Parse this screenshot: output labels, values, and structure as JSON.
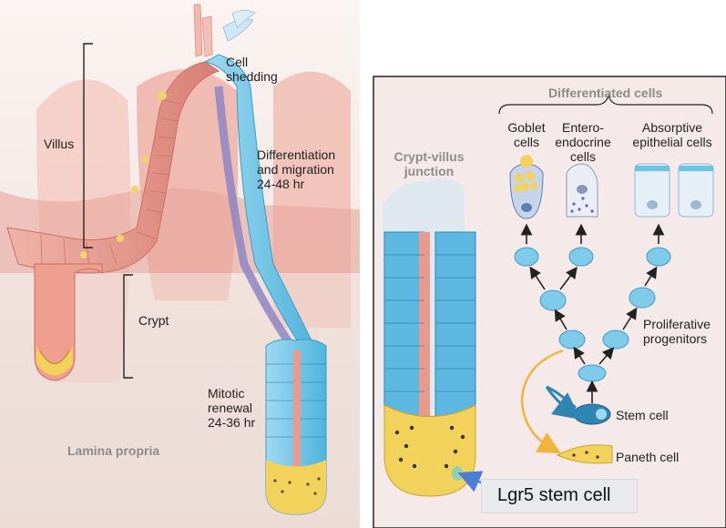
{
  "left_panel": {
    "villus_label": "Villus",
    "crypt_label": "Crypt",
    "lamina_label": "Lamina propria",
    "cell_shedding": [
      "Cell",
      "shedding"
    ],
    "differentiation": [
      "Differentiation",
      "and migration",
      "24-48 hr"
    ],
    "mitotic": [
      "Mitotic",
      "renewal",
      "24-36 hr"
    ]
  },
  "right_panel": {
    "differentiated_title": "Differentiated cells",
    "goblet": [
      "Goblet",
      "cells"
    ],
    "entero": [
      "Entero-",
      "endocrine",
      "cells"
    ],
    "absorptive": [
      "Absorptive",
      "epithelial cells"
    ],
    "junction": [
      "Crypt-villus",
      "junction"
    ],
    "proliferative": [
      "Proliferative",
      "progenitors"
    ],
    "stem_cell": "Stem cell",
    "paneth_cell": "Paneth cell",
    "lgr5": "Lgr5 stem cell"
  },
  "colors": {
    "background_left": "#f3e7e3",
    "background_right": "#f5e9e9",
    "villus_pink": "#e89a8f",
    "epithelium_blue": "#6cc3e6",
    "paneth_yellow": "#f2d25a",
    "arrow_yellow": "#f0b53a",
    "arrow_blue": "#2f86b3",
    "migration_purple": "#8d86c4"
  }
}
